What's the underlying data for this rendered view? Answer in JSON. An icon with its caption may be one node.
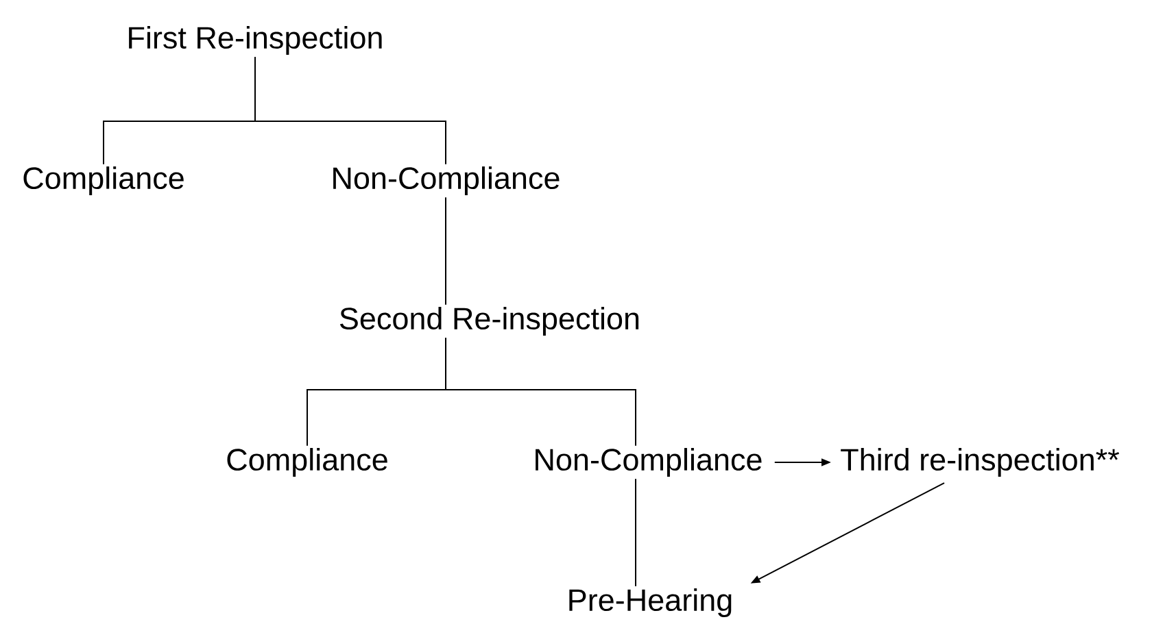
{
  "diagram": {
    "nodes": [
      {
        "text": [
          "First Re-inspection"
        ]
      },
      {
        "text": [
          "Compliance"
        ]
      },
      {
        "text": [
          "Non-Compliance"
        ]
      },
      {
        "text": [
          "Second Re-inspection"
        ]
      },
      {
        "text": [
          "Compliance"
        ]
      },
      {
        "text": [
          "Non-Compliance"
        ]
      },
      {
        "text": [
          "Third re-inspection**"
        ]
      },
      {
        "text": [
          "Pre-Hearing"
        ]
      }
    ],
    "edges": [
      {
        "from": 0,
        "to": 1,
        "arrow": "none"
      },
      {
        "from": 0,
        "to": 2,
        "arrow": "none"
      },
      {
        "from": 2,
        "to": 3,
        "arrow": "none"
      },
      {
        "from": 3,
        "to": 4,
        "arrow": "none"
      },
      {
        "from": 3,
        "to": 5,
        "arrow": "none"
      },
      {
        "from": 5,
        "to": 6,
        "arrow": "to"
      },
      {
        "from": 6,
        "to": 7,
        "arrow": "to"
      },
      {
        "from": 5,
        "to": 7,
        "arrow": "none"
      }
    ]
  }
}
